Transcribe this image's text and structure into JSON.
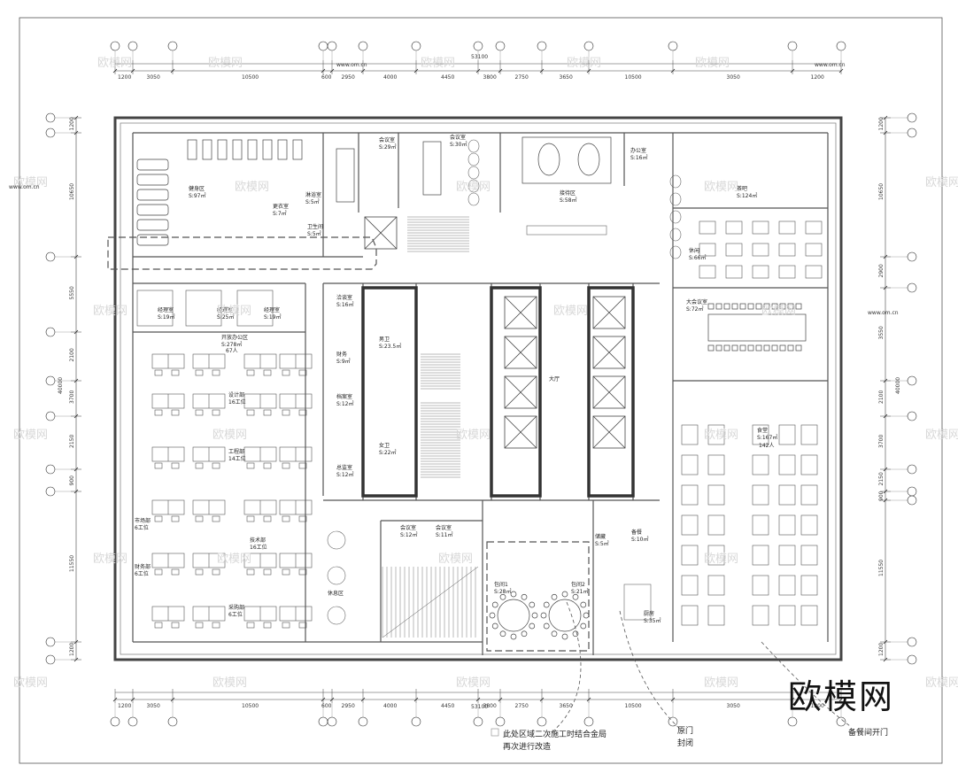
{
  "plan": {
    "top_dims": [
      "1200",
      "3050",
      "10500",
      "600",
      "2950",
      "4000",
      "4450",
      "3800",
      "2750",
      "3650",
      "10500",
      "3050",
      "1200"
    ],
    "bottom_dims": [
      "1200",
      "3050",
      "10500",
      "600",
      "2950",
      "4000",
      "4450",
      "3800",
      "2750",
      "3650",
      "10500",
      "3050",
      "1200"
    ],
    "total_width": "53100",
    "left_dims": [
      "1200",
      "10650",
      "5550",
      "2100",
      "3700",
      "2150",
      "900",
      "11550",
      "1200"
    ],
    "right_dims": [
      "1200",
      "10650",
      "2900",
      "3550",
      "2100",
      "3700",
      "2150",
      "900",
      "11550",
      "1200"
    ],
    "total_height": "40000",
    "rooms": [
      {
        "id": "gym",
        "label": "健身区",
        "area": "S:97㎡"
      },
      {
        "id": "shower1",
        "label": "淋浴室",
        "area": "S:5㎡"
      },
      {
        "id": "shower2",
        "label": "卫生间",
        "area": "S:5㎡"
      },
      {
        "id": "changing",
        "label": "更衣室",
        "area": "S:7㎡"
      },
      {
        "id": "meeting1",
        "label": "会议室",
        "area": "S:29㎡"
      },
      {
        "id": "meeting2",
        "label": "会议室",
        "area": "S:30㎡"
      },
      {
        "id": "reception",
        "label": "接待区",
        "area": "S:58㎡"
      },
      {
        "id": "office_s",
        "label": "办公室",
        "area": "S:16㎡"
      },
      {
        "id": "lounge",
        "label": "茶吧",
        "area": "S:124㎡"
      },
      {
        "id": "cafe",
        "label": "休闲",
        "area": "S:66㎡"
      },
      {
        "id": "mgr1",
        "label": "经理室",
        "area": "S:19㎡"
      },
      {
        "id": "mgr2",
        "label": "经理室",
        "area": "S:25㎡"
      },
      {
        "id": "mgr3",
        "label": "经理室",
        "area": "S:19㎡"
      },
      {
        "id": "openoffice",
        "label": "开放办公区",
        "area": "S:278㎡"
      },
      {
        "id": "openoffice_people",
        "label": "67人",
        "area": ""
      },
      {
        "id": "reading",
        "label": "洽谈室",
        "area": "S:16㎡"
      },
      {
        "id": "finance",
        "label": "财务",
        "area": "S:9㎡"
      },
      {
        "id": "archive",
        "label": "档案室",
        "area": "S:12㎡"
      },
      {
        "id": "director",
        "label": "总监室",
        "area": "S:12㎡"
      },
      {
        "id": "wc_m",
        "label": "男卫",
        "area": "S:23.5㎡"
      },
      {
        "id": "wc_f",
        "label": "女卫",
        "area": "S:22㎡"
      },
      {
        "id": "bigmeeting",
        "label": "大会议室",
        "area": "S:72㎡"
      },
      {
        "id": "canteen",
        "label": "食堂",
        "area": "S:167㎡"
      },
      {
        "id": "canteen_people",
        "label": "142人",
        "area": ""
      },
      {
        "id": "rest",
        "label": "休息区",
        "area": ""
      },
      {
        "id": "small1",
        "label": "会议室",
        "area": "S:12㎡"
      },
      {
        "id": "small2",
        "label": "会议室",
        "area": "S:11㎡"
      },
      {
        "id": "private1",
        "label": "包间1",
        "area": "S:28㎡"
      },
      {
        "id": "private2",
        "label": "包间2",
        "area": "S:21㎡"
      },
      {
        "id": "kitchen",
        "label": "厨房",
        "area": "S:35㎡"
      },
      {
        "id": "storage",
        "label": "储藏",
        "area": "S:5㎡"
      },
      {
        "id": "pantry",
        "label": "备餐",
        "area": "S:10㎡"
      },
      {
        "id": "lobby",
        "label": "大厅",
        "area": ""
      },
      {
        "id": "dept1",
        "label": "设计部",
        "area": "16工位"
      },
      {
        "id": "dept2",
        "label": "工程部",
        "area": "14工位"
      },
      {
        "id": "dept3",
        "label": "市场部",
        "area": "6工位"
      },
      {
        "id": "dept4",
        "label": "财务部",
        "area": "6工位"
      },
      {
        "id": "dept5",
        "label": "技术部",
        "area": "16工位"
      },
      {
        "id": "dept6",
        "label": "采购部",
        "area": "6工位"
      }
    ],
    "notes": {
      "note1_line1": "此处区域二次施工时结合金局",
      "note1_line2": "再次进行改造",
      "note2_line1": "原门",
      "note2_line2": "封闭",
      "note3": "备餐间开门"
    },
    "watermark": "欧模网",
    "watermark_url": "www.om.cn",
    "logo": "欧模网"
  }
}
